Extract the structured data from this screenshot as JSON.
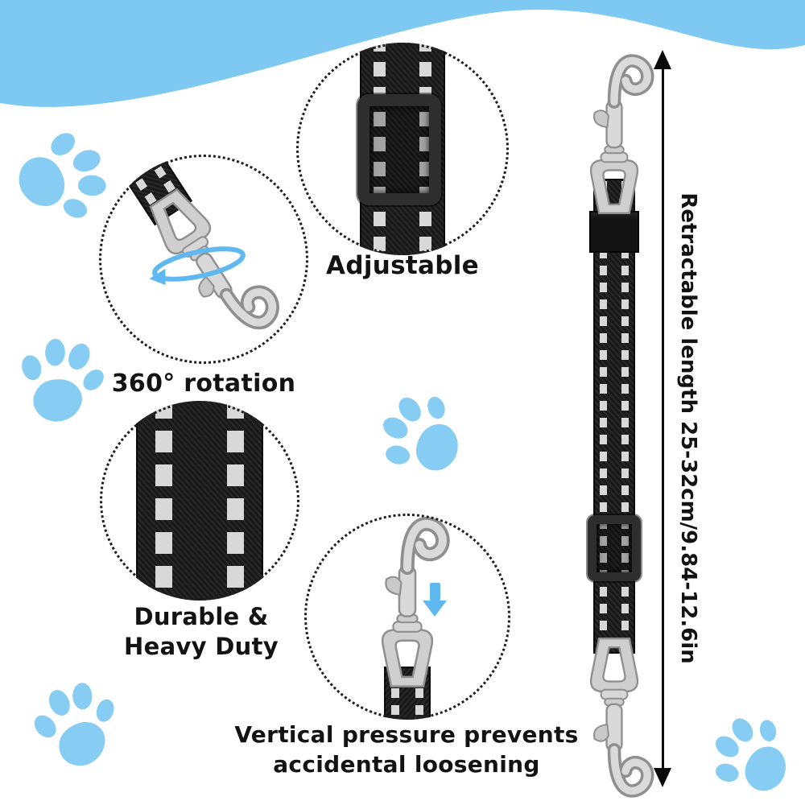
{
  "callouts": {
    "adjustable": {
      "label": "Adjustable"
    },
    "rotation": {
      "label": "360° rotation"
    },
    "durable": {
      "line1": "Durable &",
      "line2": "Heavy Duty"
    },
    "pressure": {
      "line1": "Vertical pressure prevents",
      "line2": "accidental loosening"
    }
  },
  "dimension": {
    "label": "Retractable length 25-32cm/9.84-12.6in"
  },
  "colors": {
    "accent_blue": "#7ec9f1",
    "paw_blue": "#87cdf3",
    "arrow_blue": "#5fb9f0",
    "webbing_black": "#191919",
    "stitch_gray": "#d8d8d8",
    "metal_gray": "#d6d6d6",
    "text_black": "#131313"
  },
  "icons": {
    "paw_print": "paw-print-icon",
    "snap_hook": "snap-hook-icon",
    "rotation_arrow": "rotation-arrow-icon",
    "pressure_arrow": "down-arrow-icon",
    "dimension_arrow": "double-ended-arrow-icon"
  }
}
